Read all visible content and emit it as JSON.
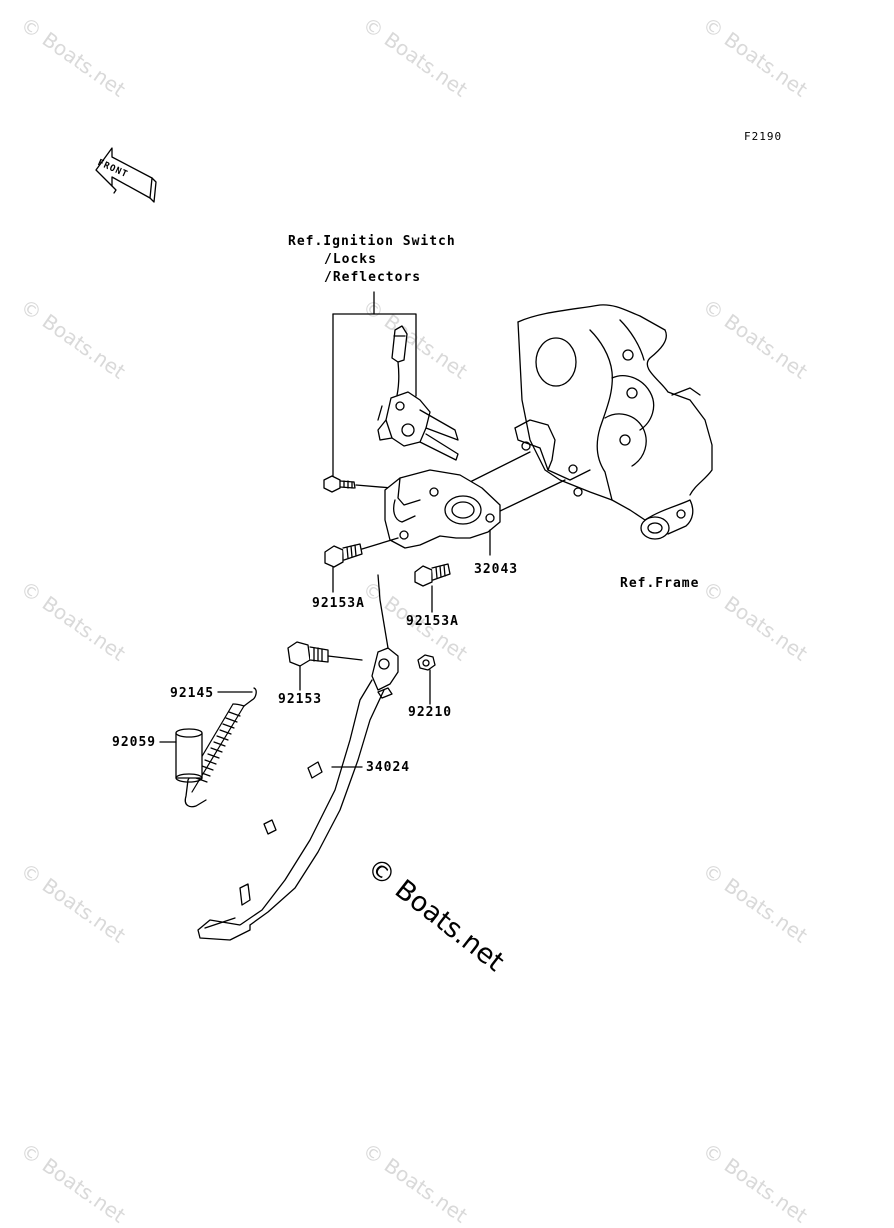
{
  "diagram": {
    "code": "F2190",
    "front_label": "FRONT",
    "ref_ignition": [
      "Ref.Ignition Switch",
      "/Locks",
      "/Reflectors"
    ],
    "ref_frame": "Ref.Frame",
    "parts": {
      "p32043": "32043",
      "p92153A_1": "92153A",
      "p92153A_2": "92153A",
      "p92153": "92153",
      "p92210": "92210",
      "p92145": "92145",
      "p92059": "92059",
      "p34024": "34024"
    }
  },
  "watermark": {
    "text": "© Boats.net",
    "main_text": "© Boats.net"
  },
  "colors": {
    "line": "#000000",
    "watermark": "#d9d9d9"
  }
}
